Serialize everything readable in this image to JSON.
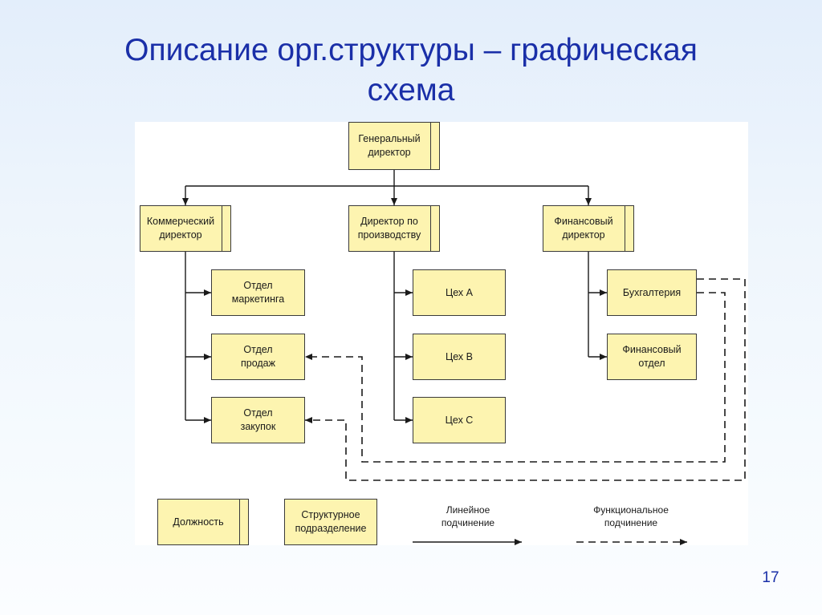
{
  "title": {
    "line1": "Описание орг.структуры – графическая",
    "line2": "схема"
  },
  "nodes": {
    "general_director": "Генеральный\nдиректор",
    "commercial_director": "Коммерческий\nдиректор",
    "production_director": "Директор по\nпроизводству",
    "financial_director": "Финансовый\nдиректор",
    "marketing_dept": "Отдел\nмаркетинга",
    "sales_dept": "Отдел\nпродаж",
    "purchasing_dept": "Отдел\nзакупок",
    "workshop_a": "Цех А",
    "workshop_b": "Цех В",
    "workshop_c": "Цех С",
    "accounting": "Бухгалтерия",
    "finance_dept": "Финансовый\nотдел"
  },
  "legend": {
    "position": "Должность",
    "unit": "Структурное\nподразделение",
    "linear": "Линейное\nподчинение",
    "functional": "Функциональное\nподчинение"
  },
  "colors": {
    "title": "#1a2fa8",
    "box_fill": "#fdf4b0",
    "line": "#1a1a1a"
  },
  "page_number": "17"
}
